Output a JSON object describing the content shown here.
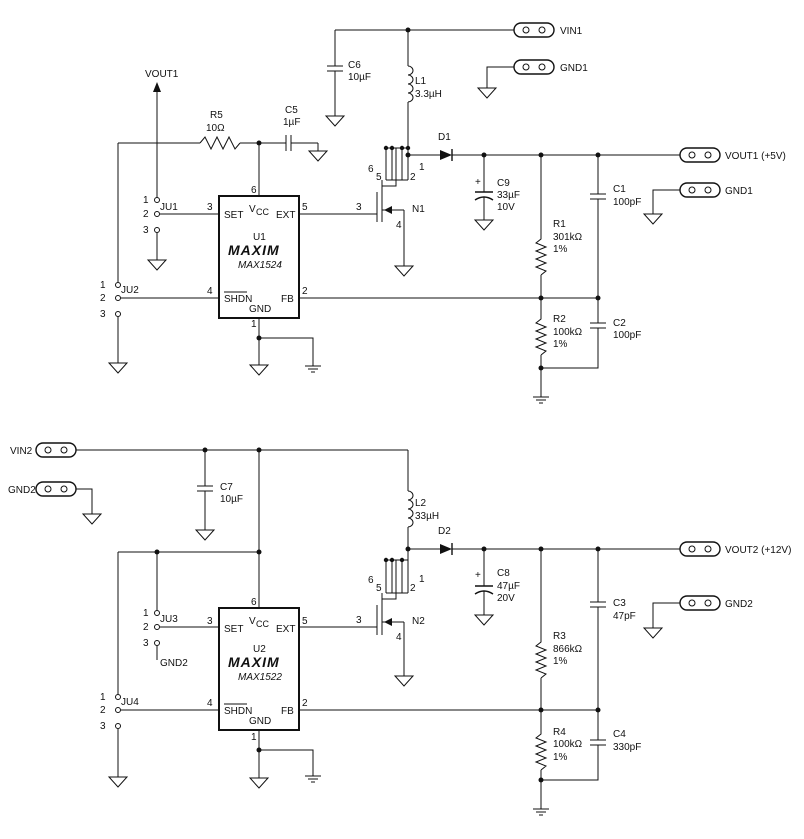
{
  "terminals": {
    "vin1": "VIN1",
    "gnd1_top": "GND1",
    "vout1": "VOUT1 (+5V)",
    "gnd1_out": "GND1",
    "vin2": "VIN2",
    "gnd2_in": "GND2",
    "vout2": "VOUT2 (+12V)",
    "gnd2_out": "GND2",
    "vout1_arrow": "VOUT1",
    "gnd2_ju3": "GND2"
  },
  "circuit1": {
    "ic_ref": "U1",
    "ic_part": "MAX1524",
    "logo": "MAXIM",
    "pins": {
      "vcc": "V",
      "vcc_sub": "CC",
      "set": "SET",
      "ext": "EXT",
      "shdn": "SHDN",
      "gnd": "GND",
      "fb": "FB"
    },
    "pin_nums": {
      "p6": "6",
      "p3": "3",
      "p5": "5",
      "p4": "4",
      "p1": "1",
      "p2": "2"
    },
    "r5": {
      "ref": "R5",
      "value": "10Ω"
    },
    "c5": {
      "ref": "C5",
      "value": "1µF"
    },
    "c6": {
      "ref": "C6",
      "value": "10µF"
    },
    "l1": {
      "ref": "L1",
      "value": "3.3µH"
    },
    "d1": {
      "ref": "D1"
    },
    "c9": {
      "ref": "C9",
      "value": "33µF",
      "voltage": "10V",
      "plus": "+"
    },
    "r1": {
      "ref": "R1",
      "value": "301kΩ",
      "tol": "1%"
    },
    "r2": {
      "ref": "R2",
      "value": "100kΩ",
      "tol": "1%"
    },
    "c1": {
      "ref": "C1",
      "value": "100pF"
    },
    "c2": {
      "ref": "C2",
      "value": "100pF"
    },
    "n1": {
      "ref": "N1",
      "pins": [
        "6",
        "5",
        "1",
        "2",
        "3",
        "4"
      ]
    },
    "ju1": {
      "ref": "JU1",
      "pins": [
        "1",
        "2",
        "3"
      ]
    },
    "ju2": {
      "ref": "JU2",
      "pins": [
        "1",
        "2",
        "3"
      ]
    }
  },
  "circuit2": {
    "ic_ref": "U2",
    "ic_part": "MAX1522",
    "logo": "MAXIM",
    "pins": {
      "vcc": "V",
      "vcc_sub": "CC",
      "set": "SET",
      "ext": "EXT",
      "shdn": "SHDN",
      "gnd": "GND",
      "fb": "FB"
    },
    "pin_nums": {
      "p6": "6",
      "p3": "3",
      "p5": "5",
      "p4": "4",
      "p1": "1",
      "p2": "2"
    },
    "c7": {
      "ref": "C7",
      "value": "10µF"
    },
    "l2": {
      "ref": "L2",
      "value": "33µH"
    },
    "d2": {
      "ref": "D2"
    },
    "c8": {
      "ref": "C8",
      "value": "47µF",
      "voltage": "20V",
      "plus": "+"
    },
    "r3": {
      "ref": "R3",
      "value": "866kΩ",
      "tol": "1%"
    },
    "r4": {
      "ref": "R4",
      "value": "100kΩ",
      "tol": "1%"
    },
    "c3": {
      "ref": "C3",
      "value": "47pF"
    },
    "c4": {
      "ref": "C4",
      "value": "330pF"
    },
    "n2": {
      "ref": "N2",
      "pins": [
        "6",
        "5",
        "1",
        "2",
        "3",
        "4"
      ]
    },
    "ju3": {
      "ref": "JU3",
      "pins": [
        "1",
        "2",
        "3"
      ]
    },
    "ju4": {
      "ref": "JU4",
      "pins": [
        "1",
        "2",
        "3"
      ]
    }
  }
}
